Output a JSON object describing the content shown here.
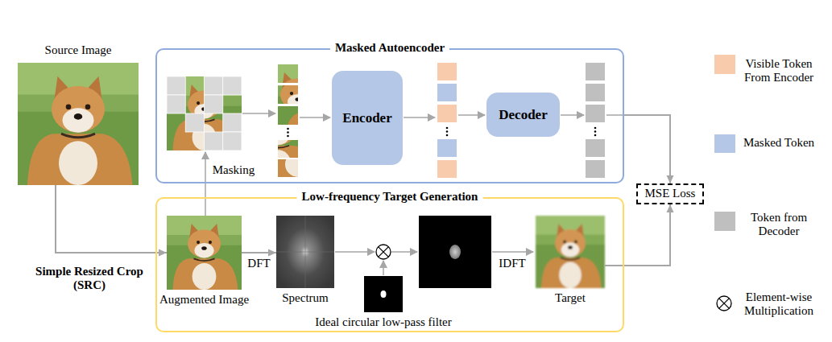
{
  "diagram": {
    "nodes": [
      {
        "text": [
          "Source Image"
        ]
      },
      {
        "text": [
          "Masked Autoencoder"
        ]
      },
      {
        "text": [
          "Encoder"
        ],
        "in": 1
      },
      {
        "text": [
          "Decoder"
        ],
        "in": 1
      },
      {
        "text": [
          "Low-frequency Target Generation"
        ]
      },
      {
        "text": [
          "Augmented Image"
        ],
        "in": 4
      },
      {
        "text": [
          "Spectrum"
        ],
        "in": 4
      },
      {
        "text": [
          "Ideal circular low-pass filter"
        ],
        "in": 4
      },
      {
        "text": [
          "Target"
        ],
        "in": 4
      },
      {
        "text": [
          "MSE Loss"
        ]
      }
    ],
    "edges": [
      {
        "from": 0,
        "to": 5,
        "arrow": "to"
      },
      {
        "from": 5,
        "to": 6,
        "label": "DFT",
        "arrow": "to"
      },
      {
        "from": 1,
        "to": 9,
        "arrow": "to"
      },
      {
        "from": 8,
        "to": 9,
        "arrow": "to"
      }
    ],
    "labels": [
      "Masking",
      "Simple Resized Crop (SRC)",
      "IDFT"
    ],
    "legend": [
      {
        "text": "Visible Token From Encoder",
        "color": "#f8cbad"
      },
      {
        "text": "Masked Token",
        "color": "#b4c7e7"
      },
      {
        "text": "Token from Decoder",
        "color": "#bfbfbf"
      },
      {
        "text": "Element-wise Multiplication"
      }
    ]
  }
}
